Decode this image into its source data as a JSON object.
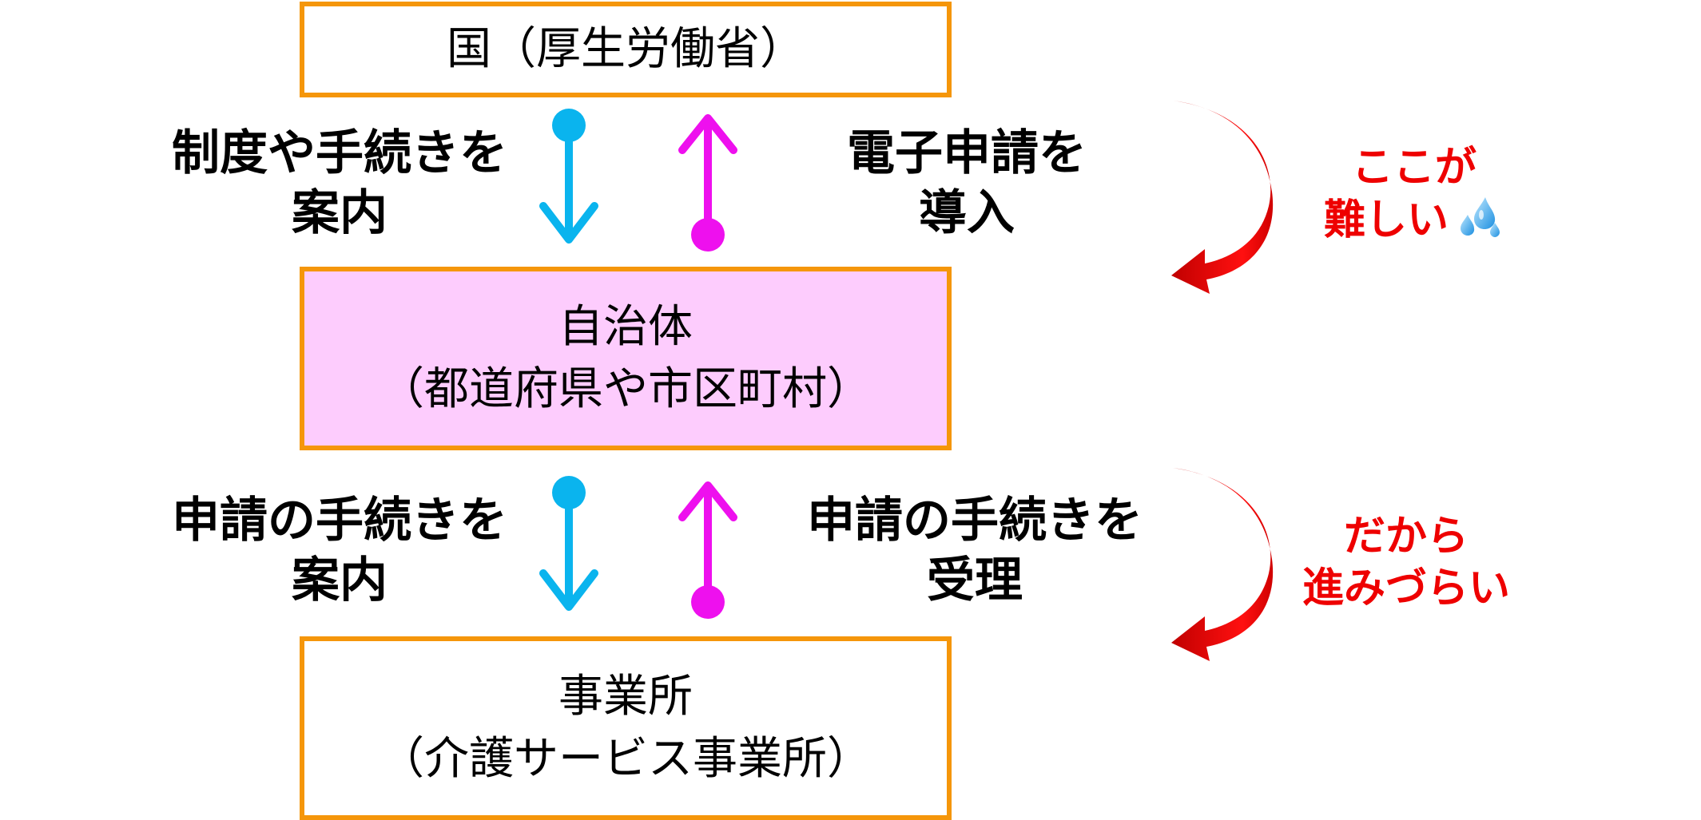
{
  "boxes": {
    "top": {
      "line1": "国（厚生労働省）"
    },
    "middle": {
      "line1": "自治体",
      "line2": "（都道府県や市区町村）"
    },
    "bottom": {
      "line1": "事業所",
      "line2": "（介護サービス事業所）"
    }
  },
  "flows": {
    "upper_left": {
      "line1": "制度や手続きを",
      "line2": "案内"
    },
    "upper_right": {
      "line1": "電子申請を",
      "line2": "導入"
    },
    "lower_left": {
      "line1": "申請の手続きを",
      "line2": "案内"
    },
    "lower_right": {
      "line1": "申請の手続きを",
      "line2": "受理"
    }
  },
  "notes": {
    "upper": {
      "line1": "ここが",
      "line2": "難しい"
    },
    "lower": {
      "line1": "だから",
      "line2": "進みづらい"
    }
  },
  "icons": {
    "sweat": "sweat-droplets-icon"
  },
  "colors": {
    "box_border": "#f5960a",
    "middle_fill": "#fdccfd",
    "down_arrow": "#0ab4ee",
    "up_arrow": "#ee10ee",
    "note_text": "#ee0000",
    "curved_arrow": "#e00000"
  }
}
